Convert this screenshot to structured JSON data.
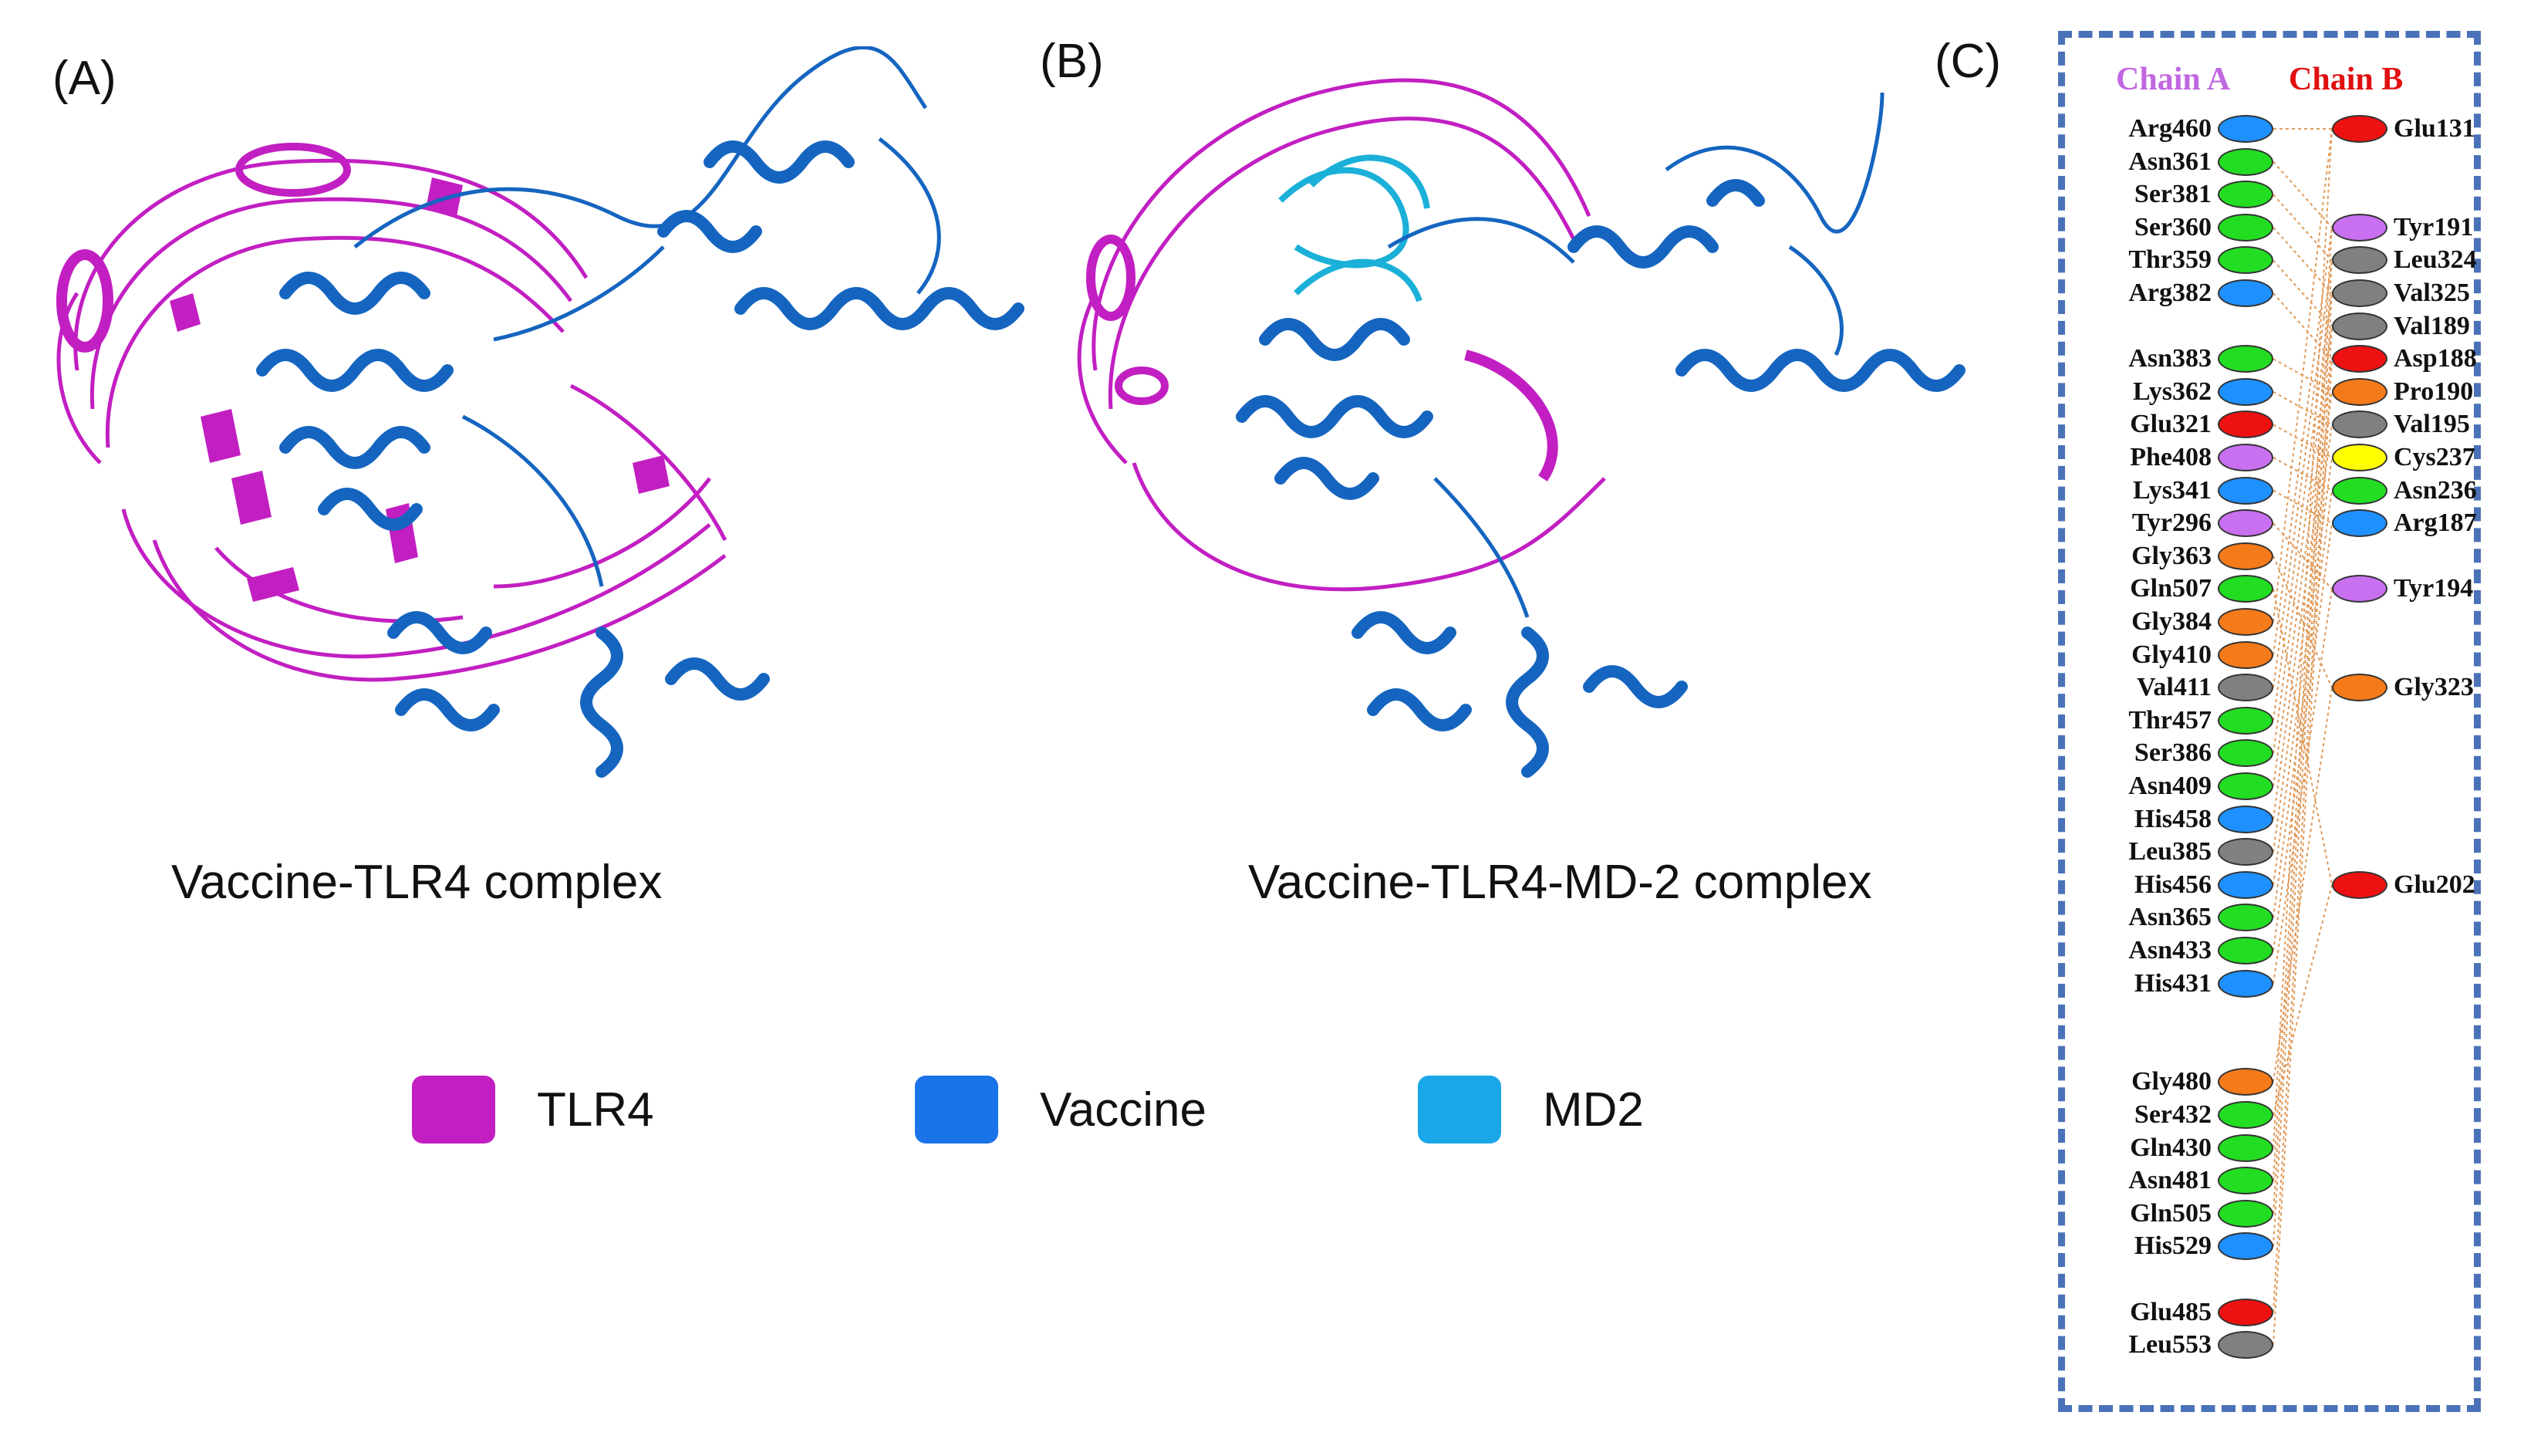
{
  "panels": {
    "a": {
      "label": "(A)",
      "caption": "Vaccine-TLR4 complex"
    },
    "b": {
      "label": "(B)",
      "caption": "Vaccine-TLR4-MD-2 complex"
    },
    "c": {
      "label": "(C)",
      "chain_a_title": "Chain A",
      "chain_b_title": "Chain B"
    }
  },
  "legend": [
    {
      "label": "TLR4",
      "color": "#c21fc2"
    },
    {
      "label": "Vaccine",
      "color": "#1a73e8"
    },
    {
      "label": "MD2",
      "color": "#1aa7e8"
    }
  ],
  "colors": {
    "tlr4": "#c21fc2",
    "vaccine": "#1565c0",
    "md2": "#1ab0d8",
    "chain_a_title": "#c067e0",
    "chain_b_title": "#e01010",
    "box_border": "#4a72b8",
    "residue": {
      "blue": "#1e90ff",
      "green": "#22dd22",
      "red": "#ee1111",
      "purple": "#c870f0",
      "orange": "#f57a1a",
      "gray": "#808080",
      "yellow": "#ffff00"
    }
  },
  "chain_a": [
    {
      "label": "Arg460",
      "color": "blue"
    },
    {
      "label": "Asn361",
      "color": "green"
    },
    {
      "label": "Ser381",
      "color": "green"
    },
    {
      "label": "Ser360",
      "color": "green"
    },
    {
      "label": "Thr359",
      "color": "green"
    },
    {
      "label": "Arg382",
      "color": "blue"
    },
    null,
    {
      "label": "Asn383",
      "color": "green"
    },
    {
      "label": "Lys362",
      "color": "blue"
    },
    {
      "label": "Glu321",
      "color": "red"
    },
    {
      "label": "Phe408",
      "color": "purple"
    },
    {
      "label": "Lys341",
      "color": "blue"
    },
    {
      "label": "Tyr296",
      "color": "purple"
    },
    {
      "label": "Gly363",
      "color": "orange"
    },
    {
      "label": "Gln507",
      "color": "green"
    },
    {
      "label": "Gly384",
      "color": "orange"
    },
    {
      "label": "Gly410",
      "color": "orange"
    },
    {
      "label": "Val411",
      "color": "gray"
    },
    {
      "label": "Thr457",
      "color": "green"
    },
    {
      "label": "Ser386",
      "color": "green"
    },
    {
      "label": "Asn409",
      "color": "green"
    },
    {
      "label": "His458",
      "color": "blue"
    },
    {
      "label": "Leu385",
      "color": "gray"
    },
    {
      "label": "His456",
      "color": "blue"
    },
    {
      "label": "Asn365",
      "color": "green"
    },
    {
      "label": "Asn433",
      "color": "green"
    },
    {
      "label": "His431",
      "color": "blue"
    },
    null,
    null,
    {
      "label": "Gly480",
      "color": "orange"
    },
    {
      "label": "Ser432",
      "color": "green"
    },
    {
      "label": "Gln430",
      "color": "green"
    },
    {
      "label": "Asn481",
      "color": "green"
    },
    {
      "label": "Gln505",
      "color": "green"
    },
    {
      "label": "His529",
      "color": "blue"
    },
    null,
    {
      "label": "Glu485",
      "color": "red"
    },
    {
      "label": "Leu553",
      "color": "gray"
    },
    null
  ],
  "chain_b": [
    {
      "label": "Glu131",
      "color": "red"
    },
    null,
    null,
    {
      "label": "Tyr191",
      "color": "purple"
    },
    {
      "label": "Leu324",
      "color": "gray"
    },
    {
      "label": "Val325",
      "color": "gray"
    },
    {
      "label": "Val189",
      "color": "gray"
    },
    {
      "label": "Asp188",
      "color": "red"
    },
    {
      "label": "Pro190",
      "color": "orange"
    },
    {
      "label": "Val195",
      "color": "gray"
    },
    {
      "label": "Cys237",
      "color": "yellow"
    },
    {
      "label": "Asn236",
      "color": "green"
    },
    {
      "label": "Arg187",
      "color": "blue"
    },
    null,
    {
      "label": "Tyr194",
      "color": "purple"
    },
    null,
    null,
    {
      "label": "Gly323",
      "color": "orange"
    },
    null,
    null,
    null,
    null,
    null,
    {
      "label": "Glu202",
      "color": "red"
    },
    null
  ]
}
